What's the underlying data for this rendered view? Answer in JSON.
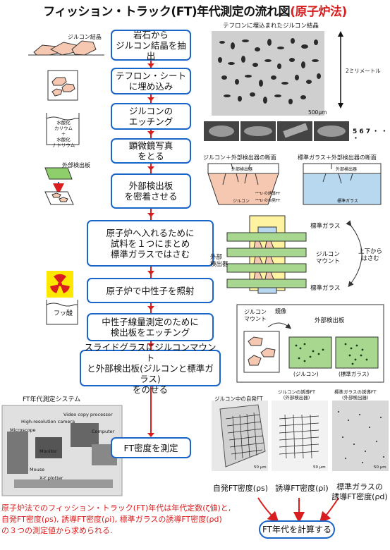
{
  "title_main": "フィッション・トラック(FT)年代測定の流れ図",
  "title_sub": "(原子炉法)",
  "steps": [
    "岩石から\nジルコン結晶を抽出",
    "テフロン・シートに埋め込み",
    "ジルコンの\nエッチング",
    "顕微鏡写真\nをとる",
    "外部検出板\nを密着させる",
    "原子炉へ入れるために\n試料を１つにまとめ\n標準ガラスではさむ",
    "原子炉で中性子を照射",
    "中性子線量測定のために\n検出板をエッチング",
    "スライドグラスにジルコンマウント\nと外部検出板(ジルコンと標準ガラス)\nをのせる",
    "FT密度を測定"
  ],
  "labels": {
    "zircon_crystal": "ジルコン結晶",
    "naoh": "水酸化\nカリウム\n＋\n水酸化\nナトリウム",
    "external_detector": "外部検出板",
    "hf": "フッ酸",
    "teflon_photo": "テフロンに埋込まれたジルコン結晶",
    "scale_2mm": "2ミリメートル",
    "scale_500um": "500μm",
    "seq": "5 6 7 ・ ・ ・",
    "section1": "ジルコン＋外部検出器の断面",
    "section2": "標準ガラス＋外部検出器の断面",
    "det_label": "外部検出器",
    "zircon": "ジルコン",
    "std_glass": "標準ガラス",
    "ft235": "²³⁵U の誘導FT",
    "ft238": "²³⁸U の自発FT",
    "std_glass_top": "標準ガラス",
    "std_glass_bottom": "標準ガラス",
    "zircon_mount": "ジルコン\nマウント",
    "outer_det": "外部\n検出器",
    "sandwich": "上下から\nはさむ",
    "mount_z": "ジルコン\nマウント",
    "mirror": "鏡像",
    "ext_det_board": "外部検出板",
    "z_paren": "(ジルコン)",
    "g_paren": "(標準ガラス)",
    "ft_system": "FT年代測定システム",
    "cam": "High-resolution camera",
    "micro": "Microscope",
    "video": "Video copy processor",
    "computer": "Computer",
    "monitor": "Monitor",
    "mouse": "Mouse",
    "xy": "X-Y plotter",
    "spont": "ジルコン中の自発FT",
    "induced": "ジルコンの誘導FT\n(外部検出器)",
    "glass_induced": "標準ガラスの誘導FT\n(外部検出器)",
    "um50a": "50 μm",
    "um50b": "50 μm",
    "um50c": "50 μm"
  },
  "densities": [
    "自発FT密度(ρs)",
    "誘導FT密度(ρi)",
    "標準ガラスの\n誘導FT密度(ρd)"
  ],
  "bottom_text": "原子炉法でのフィッション・トラック(FT)年代は年代定数(ζ値)と,\n自発FT密度(ρs), 誘導FT密度(ρi), 標準ガラスの誘導FT密度(ρd)\nの３つの測定値から求められる.",
  "result": "FT年代を計算する",
  "colors": {
    "accent": "#1a66c8",
    "red": "#d81e1e",
    "crystal": "#f6c8b2",
    "green": "#b8e0a0",
    "yellow": "#fff2a0",
    "blue": "#b8d8f0"
  }
}
